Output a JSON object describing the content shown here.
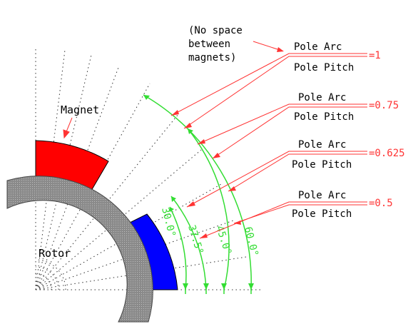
{
  "note": [
    "(No space",
    "between",
    "magnets)"
  ],
  "labels": {
    "magnet": "Magnet",
    "rotor": "Rotor"
  },
  "ratios": [
    {
      "numerator": "Pole Arc",
      "denominator": "Pole Pitch",
      "value": "=1"
    },
    {
      "numerator": "Pole Arc",
      "denominator": "Pole Pitch",
      "value": "=0.75"
    },
    {
      "numerator": "Pole Arc",
      "denominator": "Pole Pitch",
      "value": "=0.625"
    },
    {
      "numerator": "Pole Arc",
      "denominator": "Pole Pitch",
      "value": "=0.5"
    }
  ],
  "angles": [
    "30.0°",
    "37.5°",
    "45.0°",
    "60.0°"
  ],
  "colors": {
    "magnet_top": "#ff0000",
    "magnet_bottom": "#0000ff",
    "rotor": "#8c8c8c",
    "dimension": "#33dd33",
    "annotation": "#ff3333"
  }
}
